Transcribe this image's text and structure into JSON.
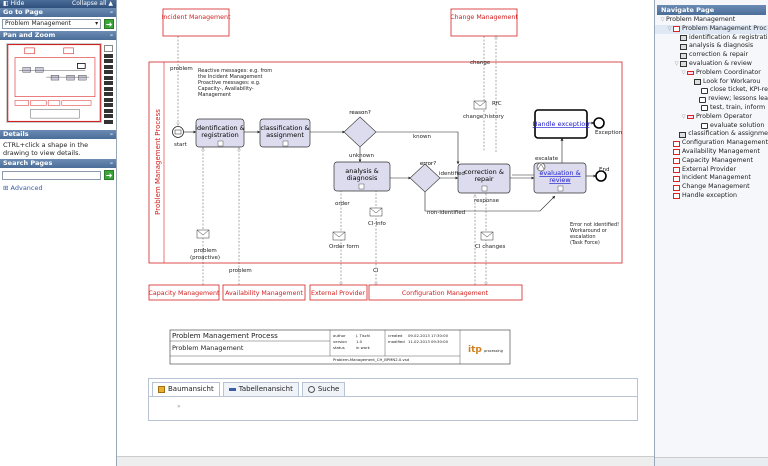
{
  "left": {
    "hide_label": "Hide",
    "collapse_label": "Collapse all",
    "goto_title": "Go to Page",
    "goto_value": "Problem Management",
    "panzoom_title": "Pan and Zoom",
    "details_title": "Details",
    "details_text": "CTRL+click a shape in the drawing to view details.",
    "search_title": "Search Pages",
    "advanced_label": "Advanced"
  },
  "diagram": {
    "pool_label": "Problem Management Process",
    "ext_top": [
      "Incident Management",
      "Change Management"
    ],
    "ext_bottom": [
      "Capacity Management",
      "Availability Management",
      "External Provider",
      "Configuration Management"
    ],
    "tasks": {
      "t1": [
        "identification &",
        "registration"
      ],
      "t2": [
        "classification &",
        "assignment"
      ],
      "t3": [
        "analysis &",
        "diagnosis"
      ],
      "t4": [
        "correction &",
        "repair"
      ],
      "t5": [
        "evaluation &",
        "review"
      ],
      "t6": "Handle exception"
    },
    "gateways": {
      "g1": "reason?",
      "g2": "error?"
    },
    "labels": {
      "problem": "problem",
      "start": "start",
      "reactive": [
        "Reactive messages: e.g. from",
        "the Incident Management",
        "Proactive messages: e.g.",
        "Capacity-, Availability-",
        "Management"
      ],
      "known": "known",
      "unknown": "unknown",
      "identified": "identified",
      "non_identified": "non-identified",
      "change": "change",
      "rfc": "RfC",
      "change_history": "change history",
      "exception": "Exception",
      "escalate": "escalate",
      "end": "End",
      "order": "order",
      "order_form": "Order form",
      "ci_info": "CI-Info",
      "ci": "CI",
      "ci_changes": "CI changes",
      "response": "response",
      "problem_proactive": [
        "problem",
        "(proactive)"
      ],
      "problem2": "problem",
      "error_note": [
        "Error not identified!",
        "Workaround or",
        "escalation",
        "(Task Force)"
      ]
    },
    "titleblock": {
      "title": "Problem Management Process",
      "subtitle": "Problem Management",
      "author_k": "author",
      "author_v": "J. Tischi",
      "version_k": "version",
      "version_v": "1.0",
      "status_k": "status",
      "status_v": "in work",
      "created_k": "created",
      "created_v": "09.02.2013 17:30:00",
      "modified_k": "modified",
      "modified_v": "11.02.2013 09:30:00",
      "file": "Problem-Management_CH_BPMN2.0.vsd",
      "logo": "itp",
      "logo_sub": "processing"
    }
  },
  "tabs": {
    "items": [
      "Baumansicht",
      "Tabellenansicht",
      "Suche"
    ],
    "body": "»"
  },
  "right": {
    "title": "Navigate Page",
    "tree": [
      {
        "label": "Problem Management",
        "indent": 0,
        "icon": "none",
        "toggle": "▽"
      },
      {
        "label": "Problem Management Proc",
        "indent": 1,
        "icon": "red",
        "toggle": "▽"
      },
      {
        "label": "identification & registrati",
        "indent": 2,
        "icon": "sub",
        "toggle": ""
      },
      {
        "label": "analysis & diagnosis",
        "indent": 2,
        "icon": "sub",
        "toggle": ""
      },
      {
        "label": "correction & repair",
        "indent": 2,
        "icon": "sub",
        "toggle": ""
      },
      {
        "label": "evaluation & review",
        "indent": 2,
        "icon": "sub",
        "toggle": "▽"
      },
      {
        "label": "Problem Coordinator",
        "indent": 3,
        "icon": "lane",
        "toggle": "▽"
      },
      {
        "label": "Look for Workarou",
        "indent": 4,
        "icon": "sub",
        "toggle": ""
      },
      {
        "label": "close ticket, KPI-re",
        "indent": 5,
        "icon": "box",
        "toggle": ""
      },
      {
        "label": "review; lessons lea",
        "indent": 5,
        "icon": "box",
        "toggle": ""
      },
      {
        "label": "test, train, inform",
        "indent": 5,
        "icon": "box",
        "toggle": ""
      },
      {
        "label": "Problem Operator",
        "indent": 3,
        "icon": "lane",
        "toggle": "▽"
      },
      {
        "label": "evaluate solution",
        "indent": 5,
        "icon": "box",
        "toggle": ""
      },
      {
        "label": "classification & assignme",
        "indent": 2,
        "icon": "sub",
        "toggle": ""
      },
      {
        "label": "Configuration Management",
        "indent": 1,
        "icon": "red",
        "toggle": ""
      },
      {
        "label": "Availability Management",
        "indent": 1,
        "icon": "red",
        "toggle": ""
      },
      {
        "label": "Capacity Management",
        "indent": 1,
        "icon": "red",
        "toggle": ""
      },
      {
        "label": "External Provider",
        "indent": 1,
        "icon": "red",
        "toggle": ""
      },
      {
        "label": "Incident Management",
        "indent": 1,
        "icon": "red",
        "toggle": ""
      },
      {
        "label": "Change Management",
        "indent": 1,
        "icon": "red",
        "toggle": ""
      },
      {
        "label": "Handle exception",
        "indent": 1,
        "icon": "red",
        "toggle": ""
      }
    ]
  },
  "colors": {
    "red": "#d42020",
    "task_fill": "#dcdcee",
    "accent": "#4a6d98",
    "link": "#1a1ad0"
  }
}
